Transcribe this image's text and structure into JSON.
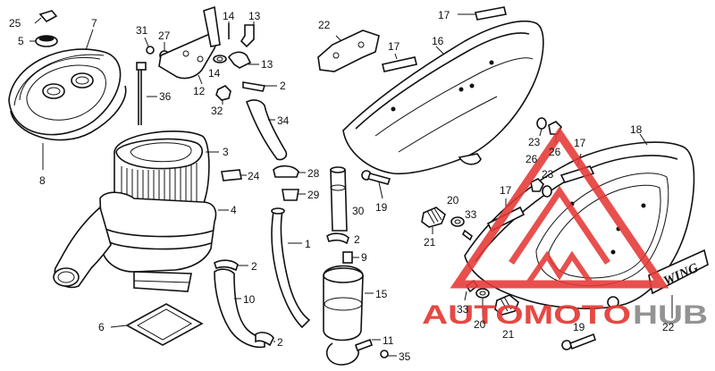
{
  "callouts": [
    {
      "id": "c25",
      "text": "25"
    },
    {
      "id": "c5",
      "text": "5"
    },
    {
      "id": "c7",
      "text": "7"
    },
    {
      "id": "c8",
      "text": "8"
    },
    {
      "id": "c31",
      "text": "31"
    },
    {
      "id": "c27",
      "text": "27"
    },
    {
      "id": "c36",
      "text": "36"
    },
    {
      "id": "c3",
      "text": "3"
    },
    {
      "id": "c4",
      "text": "4"
    },
    {
      "id": "c24",
      "text": "24"
    },
    {
      "id": "c6",
      "text": "6"
    },
    {
      "id": "c14a",
      "text": "14"
    },
    {
      "id": "c13a",
      "text": "13"
    },
    {
      "id": "c14b",
      "text": "14"
    },
    {
      "id": "c13b",
      "text": "13"
    },
    {
      "id": "c12",
      "text": "12"
    },
    {
      "id": "c2a",
      "text": "2"
    },
    {
      "id": "c32",
      "text": "32"
    },
    {
      "id": "c34",
      "text": "34"
    },
    {
      "id": "c28",
      "text": "28"
    },
    {
      "id": "c29",
      "text": "29"
    },
    {
      "id": "c30",
      "text": "30"
    },
    {
      "id": "c1",
      "text": "1"
    },
    {
      "id": "c2b",
      "text": "2"
    },
    {
      "id": "c9",
      "text": "9"
    },
    {
      "id": "c2c",
      "text": "2"
    },
    {
      "id": "c10",
      "text": "10"
    },
    {
      "id": "c2d",
      "text": "2"
    },
    {
      "id": "c15",
      "text": "15"
    },
    {
      "id": "c11",
      "text": "11"
    },
    {
      "id": "c35",
      "text": "35"
    },
    {
      "id": "c22a",
      "text": "22"
    },
    {
      "id": "c17a",
      "text": "17"
    },
    {
      "id": "c17b",
      "text": "17"
    },
    {
      "id": "c16",
      "text": "16"
    },
    {
      "id": "c19a",
      "text": "19"
    },
    {
      "id": "c20a",
      "text": "20"
    },
    {
      "id": "c33a",
      "text": "33"
    },
    {
      "id": "c21a",
      "text": "21"
    },
    {
      "id": "c23a",
      "text": "23"
    },
    {
      "id": "c26a",
      "text": "26"
    },
    {
      "id": "c17c",
      "text": "17"
    },
    {
      "id": "c18",
      "text": "18"
    },
    {
      "id": "c26b",
      "text": "26"
    },
    {
      "id": "c23b",
      "text": "23"
    },
    {
      "id": "c17d",
      "text": "17"
    },
    {
      "id": "c33b",
      "text": "33"
    },
    {
      "id": "c20b",
      "text": "20"
    },
    {
      "id": "c21b",
      "text": "21"
    },
    {
      "id": "c19b",
      "text": "19"
    },
    {
      "id": "c22b",
      "text": "22"
    }
  ],
  "emblem": {
    "text": "WING"
  },
  "watermark": {
    "part1": "AUTOMOTO",
    "part2": "HUB",
    "color1": "#e53935",
    "color2": "#8a8a8a"
  },
  "colors": {
    "line": "#111111",
    "background": "#ffffff",
    "watermark_red": "#e53935"
  }
}
